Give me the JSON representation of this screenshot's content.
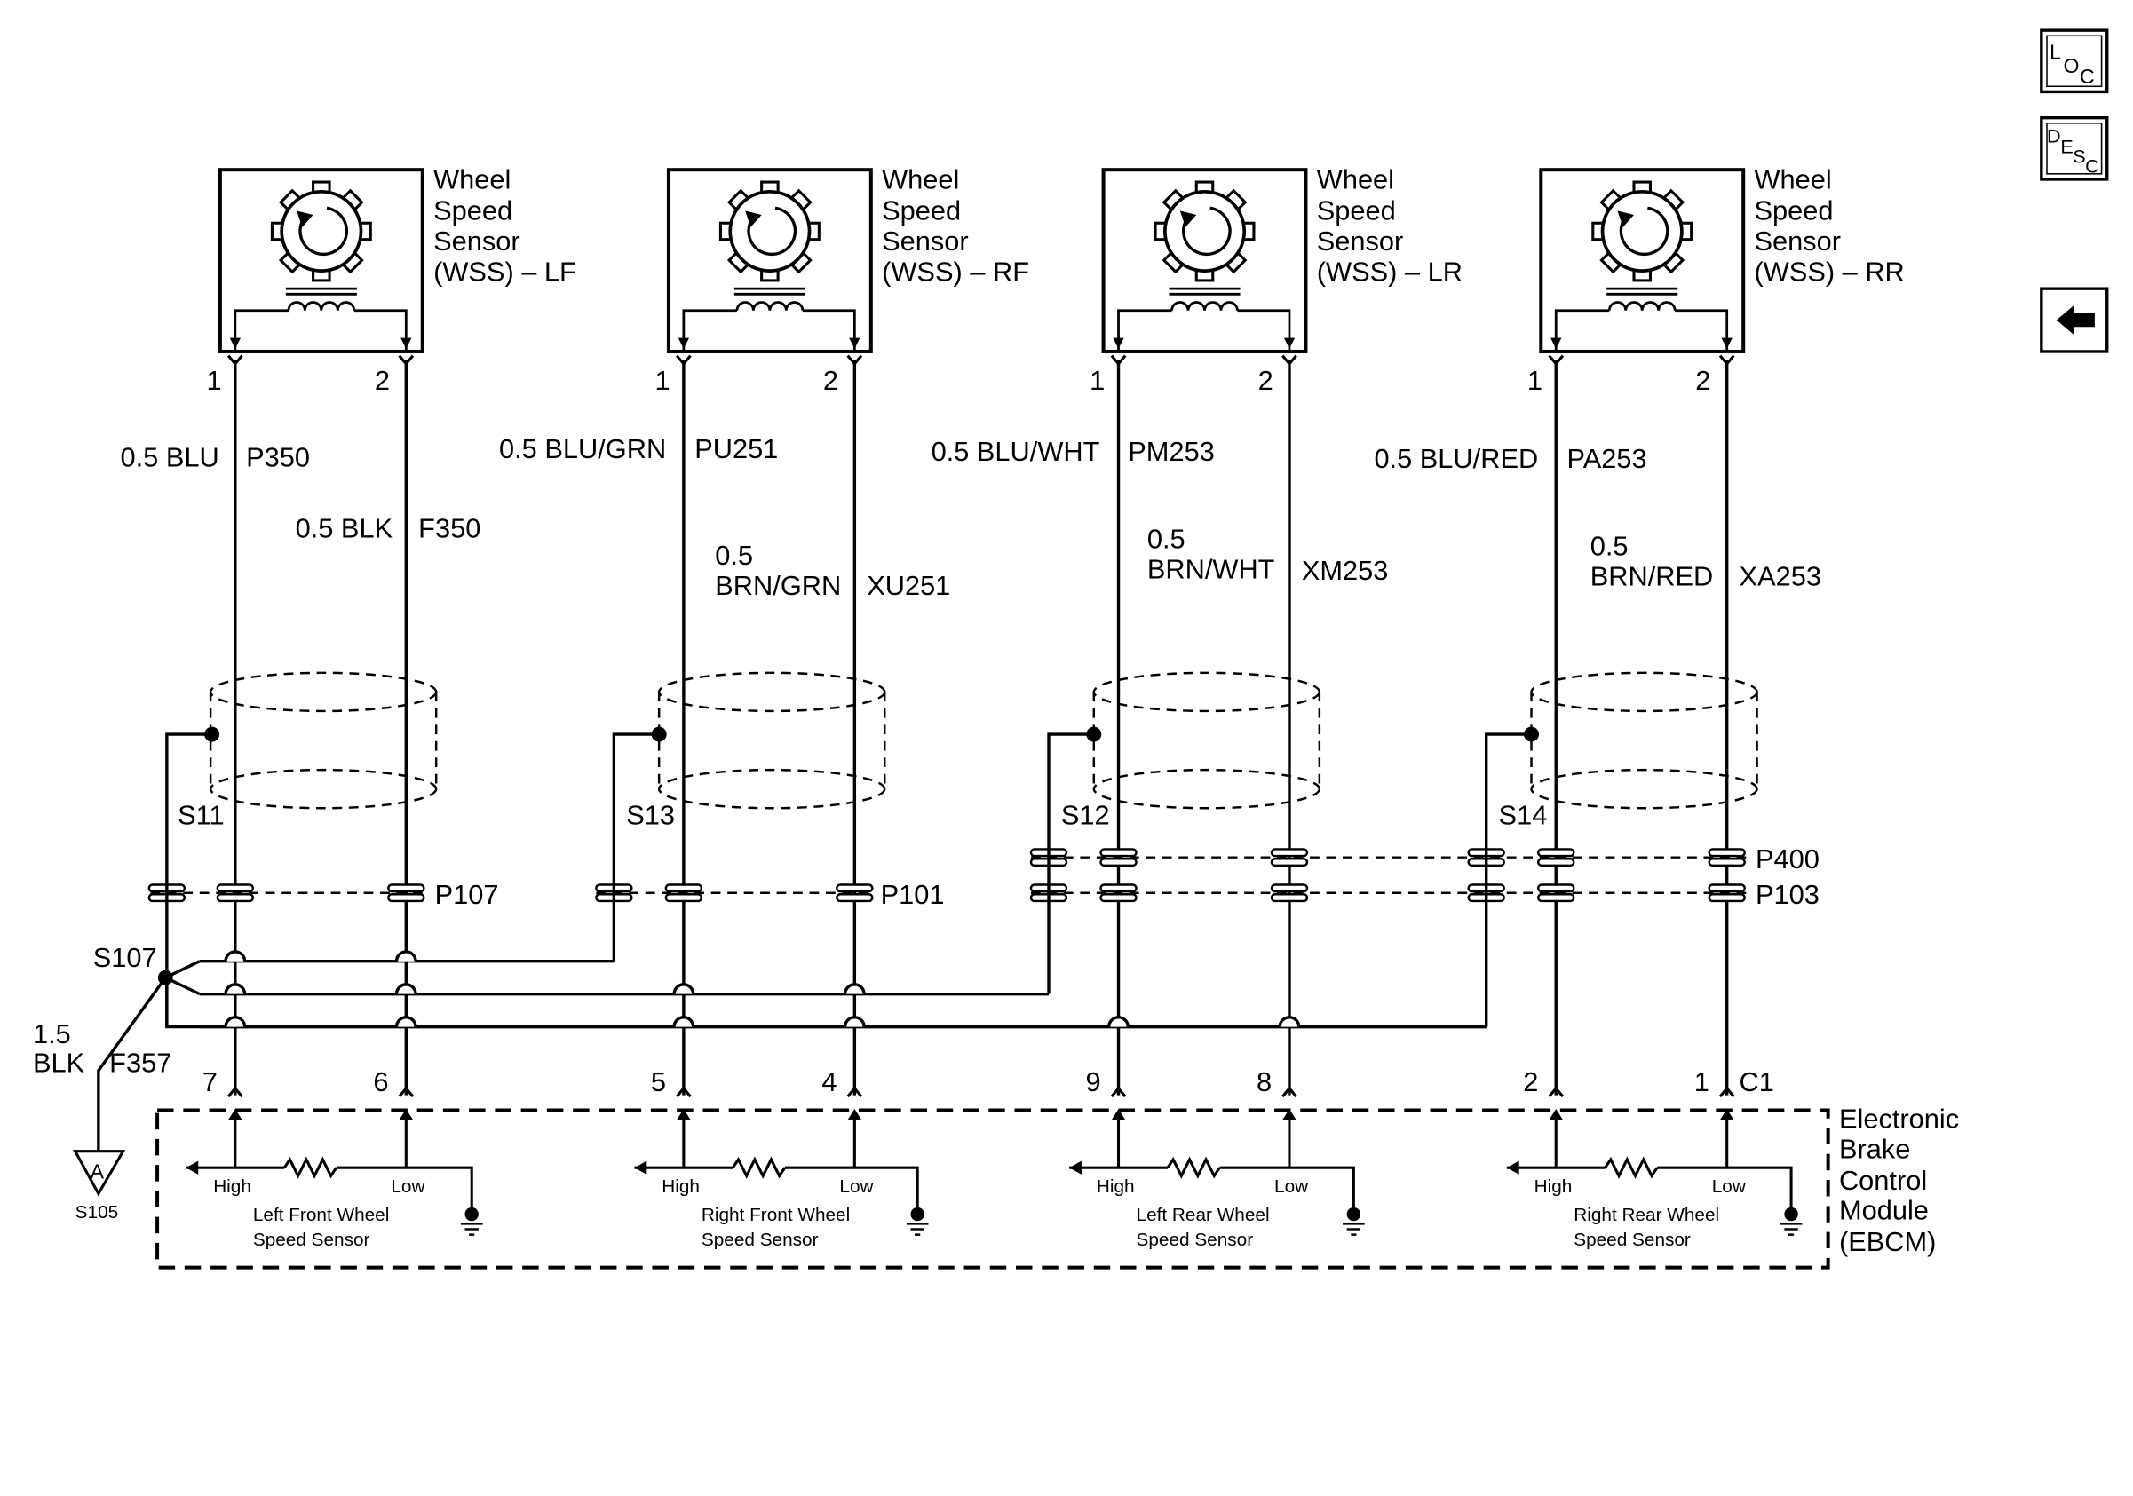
{
  "nav": {
    "loc_label": "LOC",
    "desc_label": "DESC",
    "back_icon": "back-arrow-icon"
  },
  "sensors": [
    {
      "title": [
        "Wheel",
        "Speed",
        "Sensor",
        "(WSS) – LF"
      ],
      "pin_high": "1",
      "pin_low": "2",
      "high_wire": {
        "gauge": "0.5 BLU",
        "circuit": "P350"
      },
      "low_wire": {
        "gauge": "0.5 BLK",
        "circuit": "F350"
      },
      "splice": "S11",
      "ebcm_high": "7",
      "ebcm_low": "6",
      "ebcm_label": [
        "Left Front Wheel",
        "Speed Sensor"
      ]
    },
    {
      "title": [
        "Wheel",
        "Speed",
        "Sensor",
        "(WSS) – RF"
      ],
      "pin_high": "1",
      "pin_low": "2",
      "high_wire": {
        "gauge": "0.5 BLU/GRN",
        "circuit": "PU251"
      },
      "low_wire": {
        "gauge": [
          "0.5",
          "BRN/GRN"
        ],
        "circuit": "XU251"
      },
      "splice": "S13",
      "ebcm_high": "5",
      "ebcm_low": "4",
      "ebcm_label": [
        "Right Front Wheel",
        "Speed Sensor"
      ]
    },
    {
      "title": [
        "Wheel",
        "Speed",
        "Sensor",
        "(WSS) – LR"
      ],
      "pin_high": "1",
      "pin_low": "2",
      "high_wire": {
        "gauge": "0.5 BLU/WHT",
        "circuit": "PM253"
      },
      "low_wire": {
        "gauge": [
          "0.5",
          "BRN/WHT"
        ],
        "circuit": "XM253"
      },
      "splice": "S12",
      "ebcm_high": "9",
      "ebcm_low": "8",
      "ebcm_label": [
        "Left Rear Wheel",
        "Speed Sensor"
      ]
    },
    {
      "title": [
        "Wheel",
        "Speed",
        "Sensor",
        "(WSS) – RR"
      ],
      "pin_high": "1",
      "pin_low": "2",
      "high_wire": {
        "gauge": "0.5 BLU/RED",
        "circuit": "PA253"
      },
      "low_wire": {
        "gauge": [
          "0.5",
          "BRN/RED"
        ],
        "circuit": "XA253"
      },
      "splice": "S14",
      "ebcm_high": "2",
      "ebcm_low": "1",
      "ebcm_label": [
        "Right Rear Wheel",
        "Speed Sensor"
      ]
    }
  ],
  "connectors": {
    "p107": "P107",
    "p101": "P101",
    "p400": "P400",
    "p103": "P103",
    "c1": "C1"
  },
  "ground": {
    "splice": "S107",
    "gauge": [
      "1.5",
      "BLK"
    ],
    "circuit": "F357",
    "symbol": "A",
    "point": "S105"
  },
  "ebcm": {
    "title": [
      "Electronic",
      "Brake",
      "Control",
      "Module",
      "(EBCM)"
    ],
    "high": "High",
    "low": "Low"
  }
}
